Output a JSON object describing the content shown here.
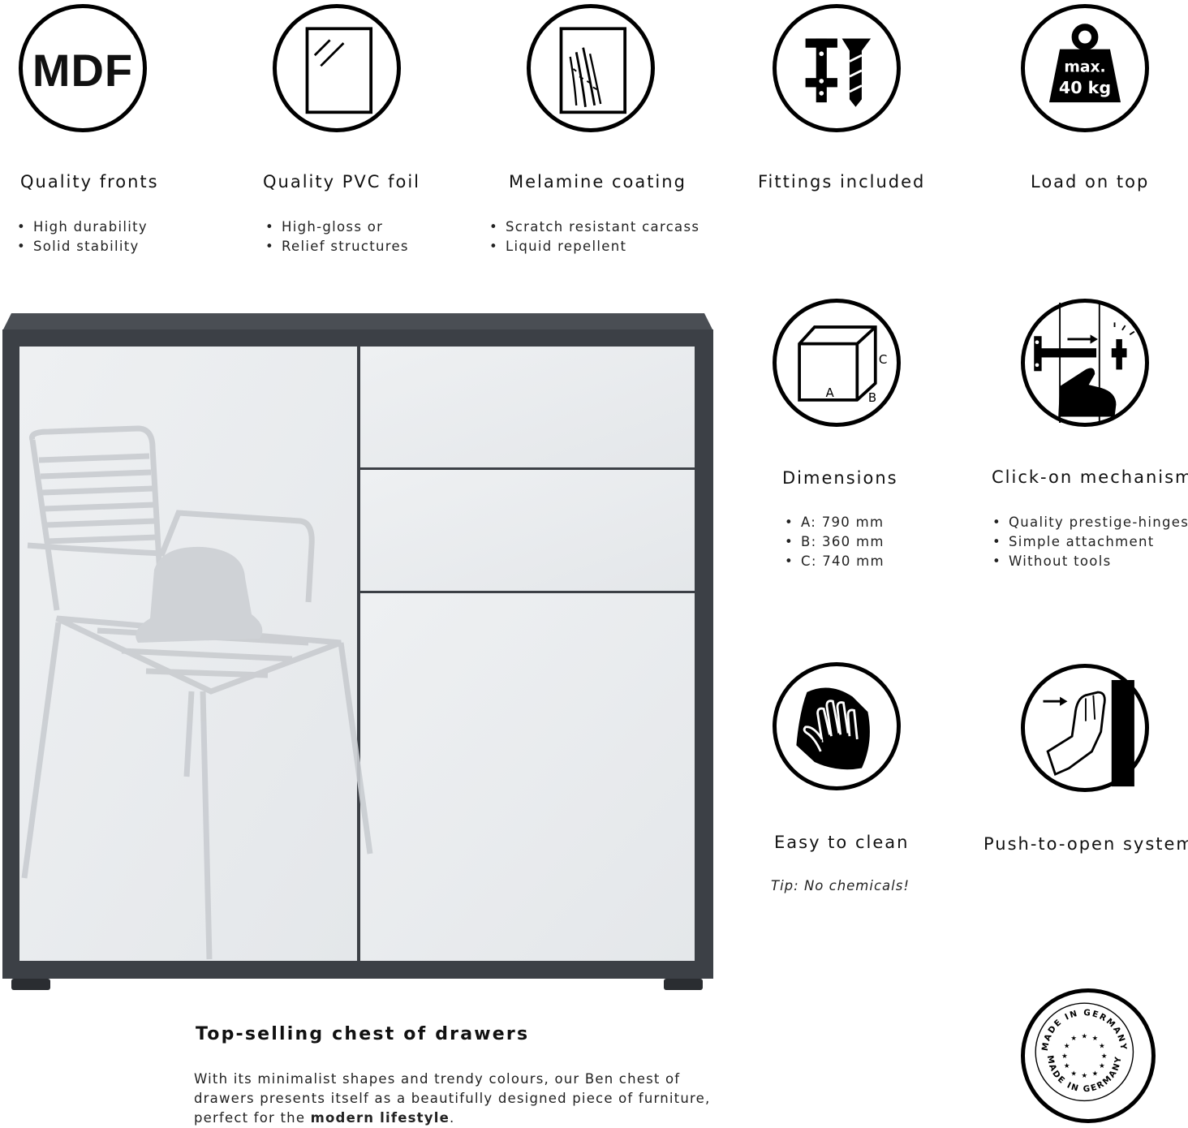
{
  "features_top": [
    {
      "icon": "mdf-icon",
      "icon_text": "MDF",
      "title": "Quality fronts",
      "bullets": [
        "High durability",
        "Solid stability"
      ]
    },
    {
      "icon": "pvc-foil-icon",
      "title": "Quality PVC foil",
      "bullets": [
        "High-gloss or",
        "Relief structures"
      ]
    },
    {
      "icon": "scratch-icon",
      "title": "Melamine coating",
      "bullets": [
        "Scratch resistant carcass",
        "Liquid repellent"
      ]
    },
    {
      "icon": "hinge-screw-icon",
      "title": "Fittings included",
      "bullets": []
    },
    {
      "icon": "weight-icon",
      "icon_text_1": "max.",
      "icon_text_2": "40 kg",
      "title": "Load on top",
      "bullets": []
    }
  ],
  "features_right": [
    {
      "icon": "box-dimensions-icon",
      "labels": [
        "A",
        "B",
        "C"
      ],
      "title": "Dimensions",
      "bullets": [
        "A: 790 mm",
        "B: 360 mm",
        "C: 740 mm"
      ]
    },
    {
      "icon": "click-hinge-icon",
      "title": "Click-on mechanism",
      "bullets": [
        "Quality prestige-hinges",
        "Simple attachment",
        "Without tools"
      ]
    },
    {
      "icon": "cleaning-hand-icon",
      "title": "Easy to clean",
      "tip": "Tip: No chemicals!"
    },
    {
      "icon": "push-open-icon",
      "title": "Push-to-open system"
    },
    {
      "icon": "made-in-germany-seal-icon",
      "seal_text": "MADE IN GERMANY"
    }
  ],
  "product": {
    "title": "Top-selling chest of drawers",
    "body_prefix": "With its minimalist shapes and trendy colours, our Ben chest of drawers presents itself as a beautifully designed piece of furniture, perfect for the ",
    "body_bold": "modern lifestyle",
    "body_suffix": "."
  },
  "colors": {
    "frame": "#3c4046",
    "front": "#eceef0",
    "icon": "#000000"
  }
}
